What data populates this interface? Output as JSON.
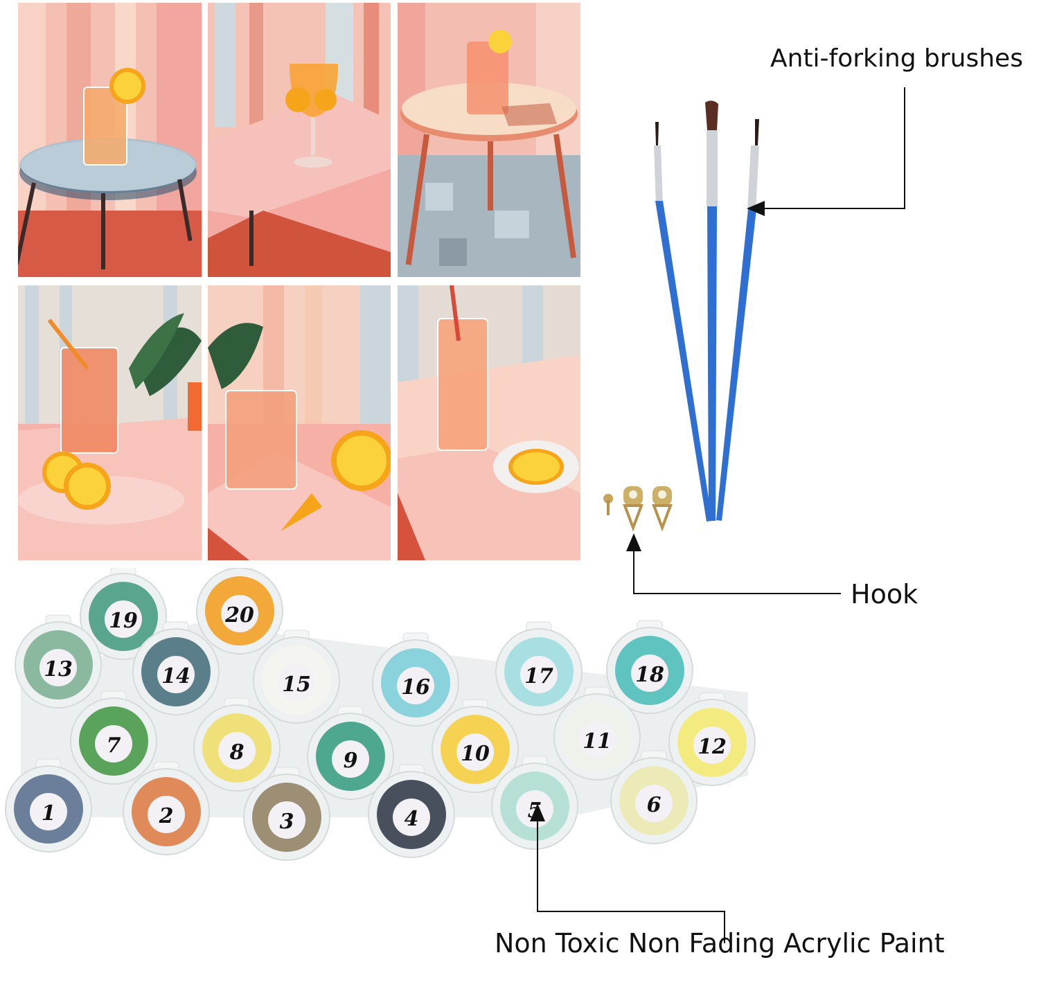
{
  "labels": {
    "brushes": "Anti-forking brushes",
    "hook": "Hook",
    "paint": "Non Toxic Non Fading Acrylic Paint"
  },
  "paint_pots": [
    {
      "number": "19"
    },
    {
      "number": "20"
    },
    {
      "number": "13"
    },
    {
      "number": "14"
    },
    {
      "number": "15"
    },
    {
      "number": "16"
    },
    {
      "number": "17"
    },
    {
      "number": "18"
    },
    {
      "number": "7"
    },
    {
      "number": "8"
    },
    {
      "number": "9"
    },
    {
      "number": "10"
    },
    {
      "number": "11"
    },
    {
      "number": "12"
    },
    {
      "number": "1"
    },
    {
      "number": "2"
    },
    {
      "number": "3"
    },
    {
      "number": "4"
    },
    {
      "number": "5"
    },
    {
      "number": "6"
    }
  ],
  "colors": {
    "pink": "#f3b3ad",
    "salmon": "#e98a78",
    "orange": "#f4a13a",
    "red": "#d9533e",
    "blue_gray": "#a9bcc6",
    "brush_blue": "#2f6fd1"
  }
}
